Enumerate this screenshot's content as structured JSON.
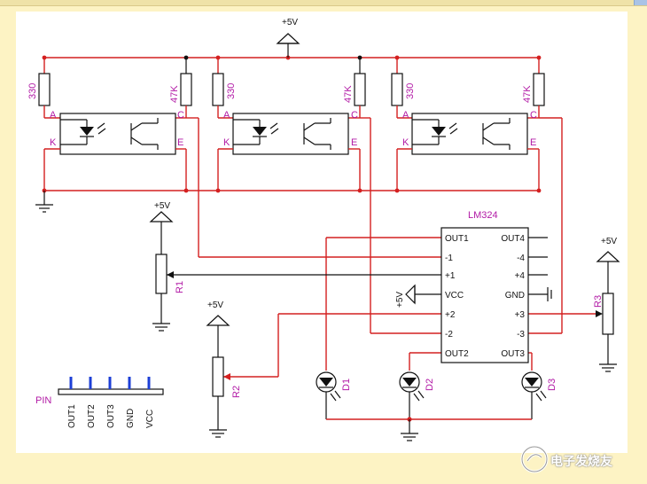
{
  "labels": {
    "vcc_top": "+5V",
    "vcc_r1": "+5V",
    "vcc_r2": "+5V",
    "vcc_r3": "+5V",
    "vcc_ic": "+5V",
    "res_330": "330",
    "res_47k": "47K",
    "pin_a": "A",
    "pin_k": "K",
    "pin_c": "C",
    "pin_e": "E",
    "r1": "R1",
    "r2": "R2",
    "r3": "R3",
    "d1": "D1",
    "d2": "D2",
    "d3": "D3",
    "ic_name": "LM324"
  },
  "ic_pins_left": [
    "OUT1",
    "-1",
    "+1",
    "VCC",
    "+2",
    "-2",
    "OUT2"
  ],
  "ic_pins_right": [
    "OUT4",
    "-4",
    "+4",
    "GND",
    "+3",
    "-3",
    "OUT3"
  ],
  "connector": {
    "label": "PIN",
    "pins": [
      "OUT1",
      "OUT2",
      "OUT3",
      "GND",
      "VCC"
    ]
  },
  "watermark": "电子发烧友",
  "colors": {
    "wire": "#d42020",
    "label": "#b21aa6",
    "pin": "#1d3fd6",
    "background": "#fdf3c4"
  }
}
